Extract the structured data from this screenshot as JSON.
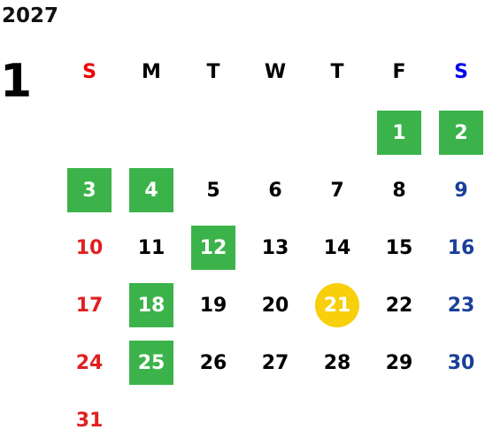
{
  "calendar": {
    "year": "2027",
    "month": "1",
    "weekdays": [
      "S",
      "M",
      "T",
      "W",
      "T",
      "F",
      "S"
    ],
    "first_weekday_index": 5,
    "days": [
      {
        "label": "1",
        "state": "highlighted"
      },
      {
        "label": "2",
        "state": "highlighted"
      },
      {
        "label": "3",
        "state": "highlighted"
      },
      {
        "label": "4",
        "state": "highlighted"
      },
      {
        "label": "5",
        "state": "normal"
      },
      {
        "label": "6",
        "state": "normal"
      },
      {
        "label": "7",
        "state": "normal"
      },
      {
        "label": "8",
        "state": "normal"
      },
      {
        "label": "9",
        "state": "normal"
      },
      {
        "label": "10",
        "state": "normal"
      },
      {
        "label": "11",
        "state": "normal"
      },
      {
        "label": "12",
        "state": "highlighted"
      },
      {
        "label": "13",
        "state": "normal"
      },
      {
        "label": "14",
        "state": "normal"
      },
      {
        "label": "15",
        "state": "normal"
      },
      {
        "label": "16",
        "state": "normal"
      },
      {
        "label": "17",
        "state": "normal"
      },
      {
        "label": "18",
        "state": "highlighted"
      },
      {
        "label": "19",
        "state": "normal"
      },
      {
        "label": "20",
        "state": "normal"
      },
      {
        "label": "21",
        "state": "today"
      },
      {
        "label": "22",
        "state": "normal"
      },
      {
        "label": "23",
        "state": "normal"
      },
      {
        "label": "24",
        "state": "normal"
      },
      {
        "label": "25",
        "state": "highlighted"
      },
      {
        "label": "26",
        "state": "normal"
      },
      {
        "label": "27",
        "state": "normal"
      },
      {
        "label": "28",
        "state": "normal"
      },
      {
        "label": "29",
        "state": "normal"
      },
      {
        "label": "30",
        "state": "normal"
      },
      {
        "label": "31",
        "state": "normal"
      }
    ]
  },
  "colors": {
    "sunday_header": "#ee0000",
    "saturday_header": "#0000ee",
    "weekday_header": "#000000",
    "sunday_day": "#e02020",
    "saturday_day": "#1a3f9a",
    "weekday_day": "#000000",
    "highlight_bg": "#3bb34a",
    "today_bg": "#f7cf0a"
  }
}
